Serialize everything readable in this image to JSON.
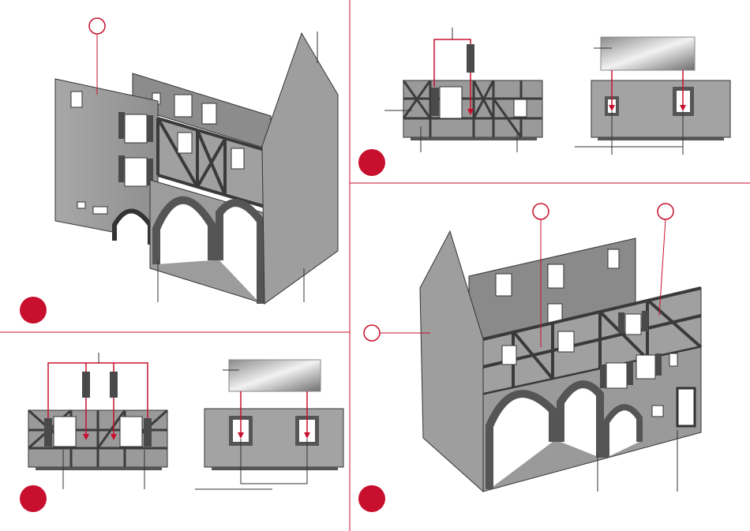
{
  "title": "",
  "colors": {
    "accent_red": "#c8102e",
    "wall_gray": "#9a9a9a",
    "dark_gray": "#555555",
    "window_white": "#ffffff"
  },
  "panels": [
    {
      "id": "step-1",
      "step_number": ""
    },
    {
      "id": "step-2",
      "step_number": ""
    },
    {
      "id": "step-3",
      "step_number": ""
    },
    {
      "id": "step-4",
      "step_number": ""
    }
  ],
  "callouts": [
    {
      "id": "callout-a",
      "label": ""
    },
    {
      "id": "callout-b",
      "label": ""
    },
    {
      "id": "callout-c",
      "label": ""
    },
    {
      "id": "callout-d",
      "label": ""
    }
  ]
}
